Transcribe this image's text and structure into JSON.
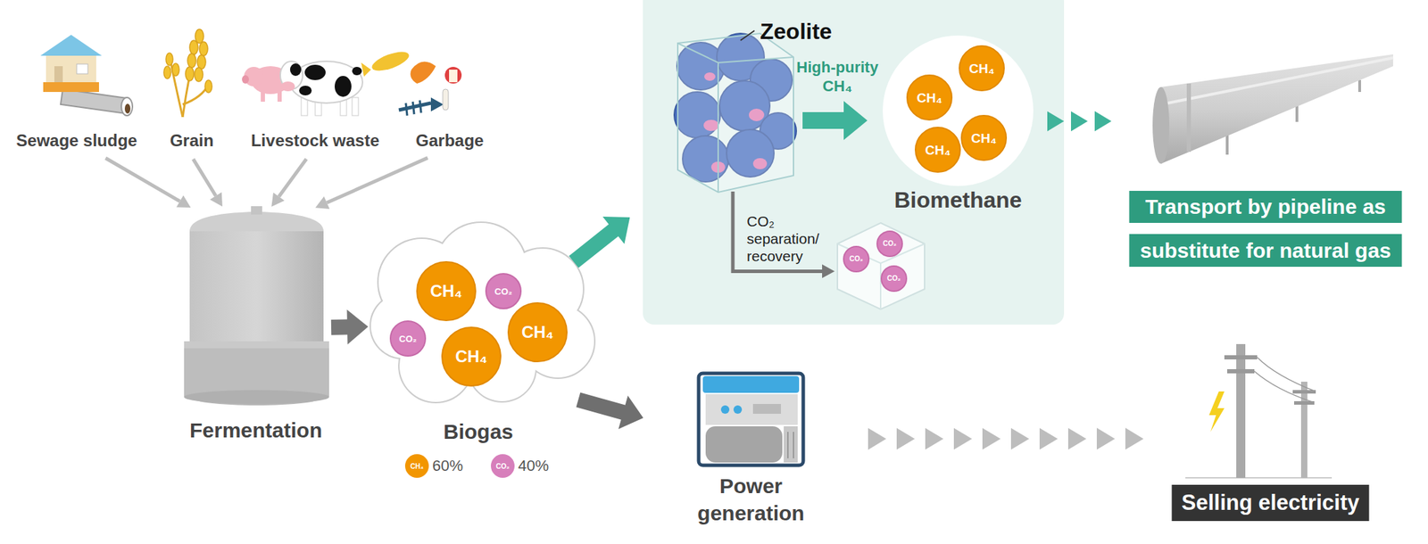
{
  "diagram": {
    "nodes": [
      {
        "text": [
          "Sewage sludge"
        ]
      },
      {
        "text": [
          "Grain"
        ]
      },
      {
        "text": [
          "Livestock waste"
        ]
      },
      {
        "text": [
          "Garbage"
        ]
      },
      {
        "text": [
          "Fermentation"
        ]
      },
      {
        "text": [
          "Biogas"
        ]
      },
      {
        "text": [
          "CH₄"
        ],
        "in": 5
      },
      {
        "text": [
          "CO₂"
        ],
        "in": 5
      },
      {
        "text": [
          "CO₂"
        ],
        "in": 5
      },
      {
        "text": [
          "CH₄"
        ],
        "in": 5
      },
      {
        "text": [
          "CH₄"
        ],
        "in": 5
      },
      {
        "text": [
          "Zeolite"
        ]
      },
      {
        "text": [
          "Biomethane"
        ]
      },
      {
        "text": [
          "CH₄"
        ],
        "in": 12
      },
      {
        "text": [
          "CH₄"
        ],
        "in": 12
      },
      {
        "text": [
          "CH₄"
        ],
        "in": 12
      },
      {
        "text": [
          "CH₄"
        ],
        "in": 12
      },
      {
        "text": [
          "CO₂ separation/ recovery"
        ]
      },
      {
        "text": [
          "CO₂"
        ],
        "in": 17
      },
      {
        "text": [
          "CO₂"
        ],
        "in": 17
      },
      {
        "text": [
          "CO₂"
        ],
        "in": 17
      },
      {
        "text": [
          "Transport by pipeline as",
          "substitute for natural gas"
        ]
      },
      {
        "text": [
          "Power generation"
        ]
      },
      {
        "text": [
          "Selling electricity"
        ]
      }
    ],
    "edges": [
      {
        "from": 0,
        "to": 4,
        "arrow": "to"
      },
      {
        "from": 1,
        "to": 4,
        "arrow": "to"
      },
      {
        "from": 2,
        "to": 4,
        "arrow": "to"
      },
      {
        "from": 3,
        "to": 4,
        "arrow": "to"
      },
      {
        "from": 4,
        "to": 5,
        "arrow": "to"
      },
      {
        "from": 5,
        "to": 11,
        "arrow": "to"
      },
      {
        "from": 5,
        "to": 22,
        "arrow": "to"
      },
      {
        "from": 11,
        "to": 12,
        "label": "High-purity CH₄",
        "arrow": "to"
      },
      {
        "from": 11,
        "to": 17,
        "arrow": "to"
      },
      {
        "from": 12,
        "to": 21,
        "arrow": "to"
      },
      {
        "from": 22,
        "to": 23,
        "arrow": "to"
      }
    ],
    "labels": [
      "CH₄",
      "CO₂"
    ],
    "legend": [
      {
        "text": "60%",
        "color": "#f29600"
      },
      {
        "text": "40%",
        "color": "#d77fbb"
      }
    ]
  }
}
